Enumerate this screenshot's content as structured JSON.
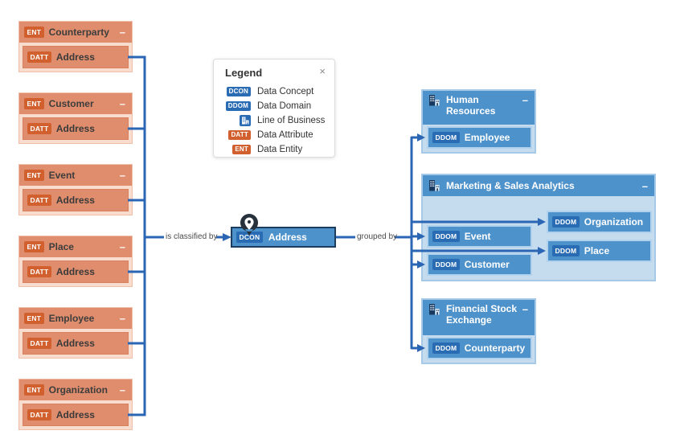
{
  "ui": {
    "collapse_glyph": "–"
  },
  "edge_labels": {
    "left": "is classified by",
    "right": "grouped by"
  },
  "center_node": {
    "badge": "DCON",
    "label": "Address"
  },
  "entities": [
    {
      "badge": "ENT",
      "title": "Counterparty",
      "attr_badge": "DATT",
      "attr_label": "Address"
    },
    {
      "badge": "ENT",
      "title": "Customer",
      "attr_badge": "DATT",
      "attr_label": "Address"
    },
    {
      "badge": "ENT",
      "title": "Event",
      "attr_badge": "DATT",
      "attr_label": "Address"
    },
    {
      "badge": "ENT",
      "title": "Place",
      "attr_badge": "DATT",
      "attr_label": "Address"
    },
    {
      "badge": "ENT",
      "title": "Employee",
      "attr_badge": "DATT",
      "attr_label": "Address"
    },
    {
      "badge": "ENT",
      "title": "Organization",
      "attr_badge": "DATT",
      "attr_label": "Address"
    }
  ],
  "lobs": [
    {
      "title": "Human Resources",
      "domains": [
        {
          "badge": "DDOM",
          "label": "Employee"
        }
      ]
    },
    {
      "title": "Marketing & Sales Analytics",
      "domains": [
        {
          "badge": "DDOM",
          "label": "Event"
        },
        {
          "badge": "DDOM",
          "label": "Customer"
        },
        {
          "badge": "DDOM",
          "label": "Organization"
        },
        {
          "badge": "DDOM",
          "label": "Place"
        }
      ]
    },
    {
      "title": "Financial Stock Exchange",
      "domains": [
        {
          "badge": "DDOM",
          "label": "Counterparty"
        }
      ]
    }
  ],
  "legend": {
    "title": "Legend",
    "close_glyph": "×",
    "items": [
      {
        "badge": "DCON",
        "label": "Data Concept"
      },
      {
        "badge": "DDOM",
        "label": "Data Domain"
      },
      {
        "badge": "",
        "label": "Line of Business"
      },
      {
        "badge": "DATT",
        "label": "Data Attribute"
      },
      {
        "badge": "ENT",
        "label": "Data Entity"
      }
    ]
  },
  "colors": {
    "entity_fill": "#DF8D6C",
    "entity_body": "#F8DCCD",
    "entity_badge": "#D1602E",
    "domain_fill": "#4E92CB",
    "domain_badge": "#2A6CB4",
    "lob_body": "#C5DCEF",
    "lob_border": "#A6C9E8",
    "edge": "#2B66B5",
    "node_border": "#1C3C5E"
  }
}
